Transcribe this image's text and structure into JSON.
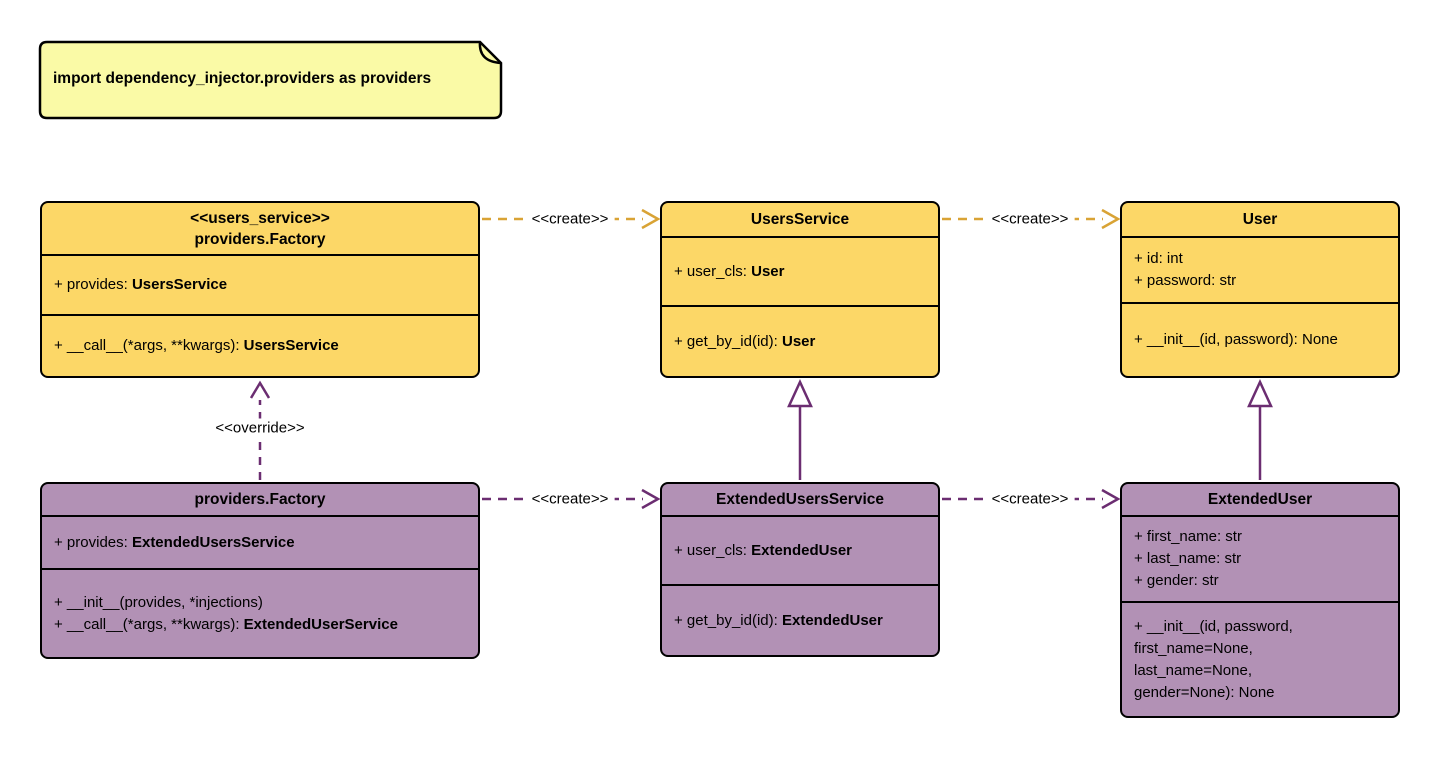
{
  "diagram": {
    "kind": "uml-class-diagram",
    "background": "#ffffff"
  },
  "colors": {
    "note_fill": "#FAFAA6",
    "class_yellow_fill": "#FCD767",
    "class_purple_fill": "#B291B5",
    "box_border": "#000000",
    "create_arrow_gold": "#D9A335",
    "arrow_purple": "#6B2D71",
    "text": "#000000"
  },
  "note": {
    "text": "import dependency_injector.providers as providers"
  },
  "classes": {
    "factory_users": {
      "stereotype": "<<users_service>>",
      "name": "providers.Factory",
      "attrs": [
        {
          "prefix": "+ provides: ",
          "type": "UsersService"
        }
      ],
      "methods": [
        {
          "prefix": "+ __call__(*args, **kwargs): ",
          "type": "UsersService"
        }
      ]
    },
    "users_service": {
      "name": "UsersService",
      "attrs": [
        {
          "prefix": "+ user_cls: ",
          "type": "User"
        }
      ],
      "methods": [
        {
          "prefix": "+ get_by_id(id): ",
          "type": "User"
        }
      ]
    },
    "user": {
      "name": "User",
      "attrs": [
        {
          "prefix": "+ id: int"
        },
        {
          "prefix": "+ password: str"
        }
      ],
      "methods": [
        {
          "prefix": "+ __init__(id, password): None"
        }
      ]
    },
    "factory_extended": {
      "name": "providers.Factory",
      "attrs": [
        {
          "prefix": "+ provides: ",
          "type": "ExtendedUsersService"
        }
      ],
      "methods": [
        {
          "prefix": "+ __init__(provides, *injections)"
        },
        {
          "prefix": "+ __call__(*args, **kwargs): ",
          "type": "ExtendedUserService"
        }
      ]
    },
    "extended_users_service": {
      "name": "ExtendedUsersService",
      "attrs": [
        {
          "prefix": "+ user_cls: ",
          "type": "ExtendedUser"
        }
      ],
      "methods": [
        {
          "prefix": "+ get_by_id(id): ",
          "type": "ExtendedUser"
        }
      ]
    },
    "extended_user": {
      "name": "ExtendedUser",
      "attrs": [
        {
          "prefix": "+ first_name: str"
        },
        {
          "prefix": "+ last_name: str"
        },
        {
          "prefix": "+ gender: str"
        }
      ],
      "methods": [
        {
          "prefix": "+ __init__(id, password,"
        },
        {
          "prefix": "first_name=None,"
        },
        {
          "prefix": "last_name=None,"
        },
        {
          "prefix": "gender=None): None"
        }
      ]
    }
  },
  "edges": {
    "create_label": "<<create>>",
    "override_label": "<<override>>"
  }
}
